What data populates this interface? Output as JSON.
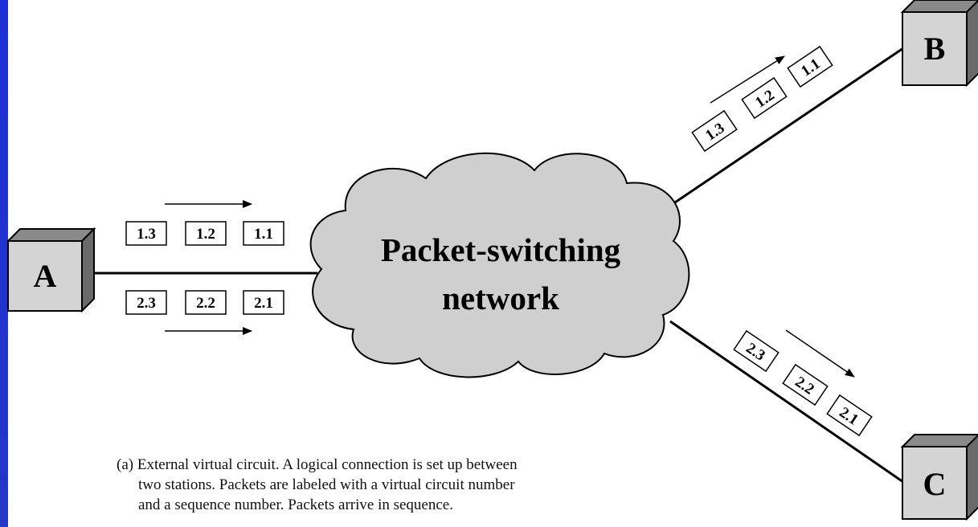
{
  "nodes": {
    "a": "A",
    "b": "B",
    "c": "C"
  },
  "network": {
    "line1": "Packet-switching",
    "line2": "network"
  },
  "packets": {
    "a_top": [
      "1.3",
      "1.2",
      "1.1"
    ],
    "a_bottom": [
      "2.3",
      "2.2",
      "2.1"
    ],
    "to_b": [
      "1.3",
      "1.2",
      "1.1"
    ],
    "to_c": [
      "2.3",
      "2.2",
      "2.1"
    ]
  },
  "caption": {
    "line1": "(a) External virtual circuit. A logical connection is set up between",
    "line2": "two stations. Packets are labeled with a virtual circuit number",
    "line3": "and a sequence number. Packets arrive in sequence."
  },
  "colors": {
    "accent_bar": "#1c2fd6",
    "cloud": "#cfcfcf",
    "node_face": "#d4d4d4"
  }
}
